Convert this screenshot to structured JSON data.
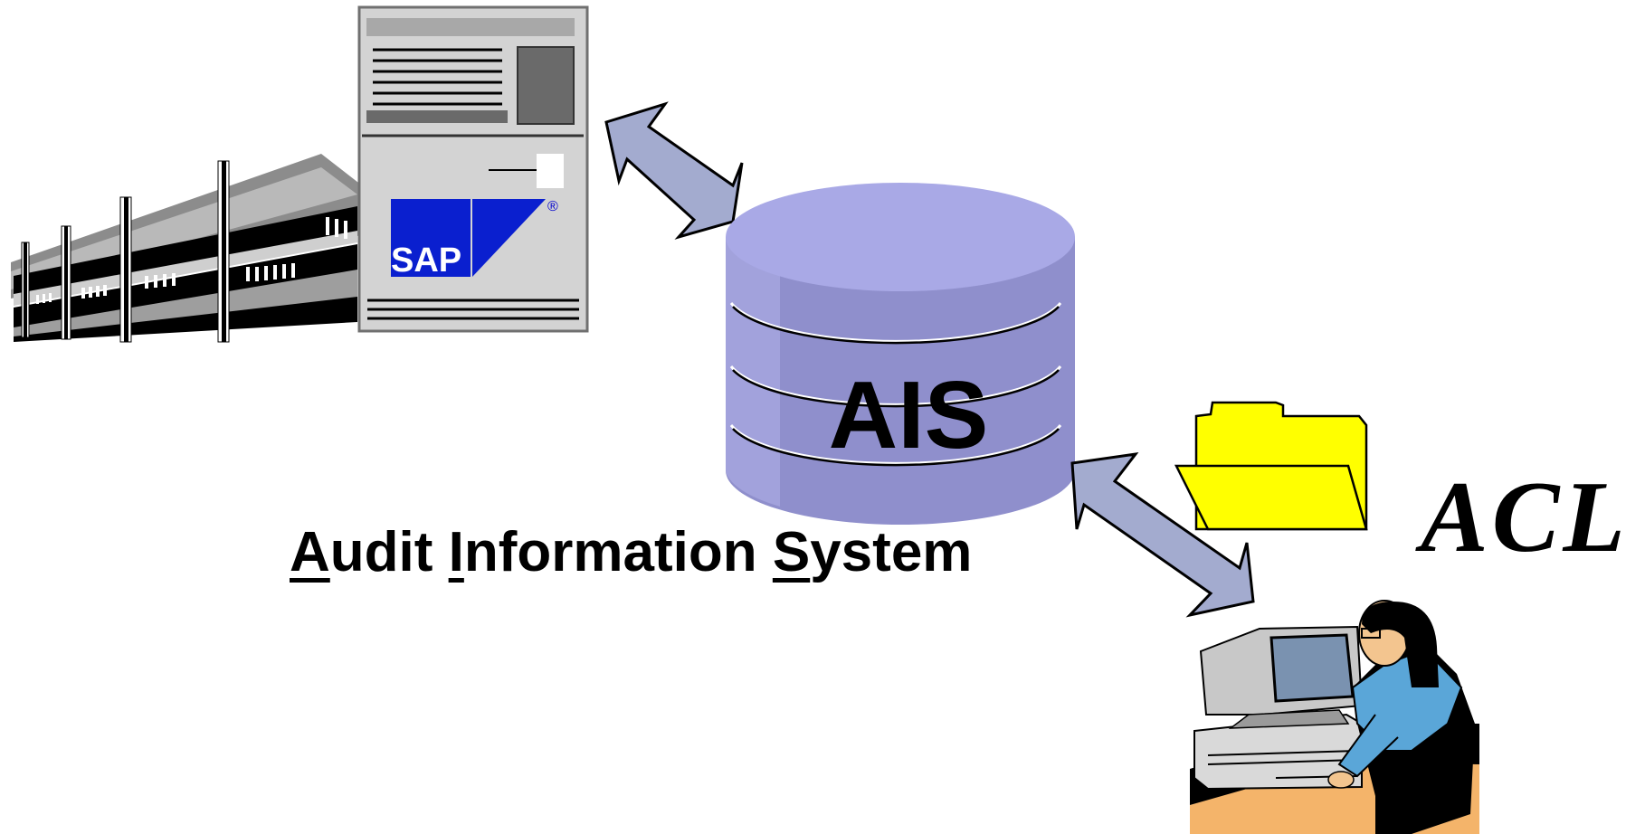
{
  "diagram": {
    "database_label": "AIS",
    "caption": {
      "letter_a": "A",
      "rest_a": "udit ",
      "letter_i": "I",
      "rest_i": "nformation ",
      "letter_s": "S",
      "rest_s": "ystem"
    },
    "tool_label": "ACL",
    "sap_logo_text": "SAP",
    "sap_registered_mark": "®"
  },
  "colors": {
    "database_fill": "#8f8fcc",
    "database_top": "#a9a9e6",
    "arrow_fill": "#a3abcf",
    "sap_blue": "#0a1fcf",
    "folder_yellow": "#ffff00",
    "monitor_screen": "#7a92b0",
    "person_shirt": "#5aa6d8",
    "desk_orange": "#f4b46a"
  },
  "icons": {
    "server": "sap-server-icon",
    "building": "building-icon",
    "database": "database-cylinder-icon",
    "folder": "folder-icon",
    "user": "user-at-computer-icon"
  }
}
